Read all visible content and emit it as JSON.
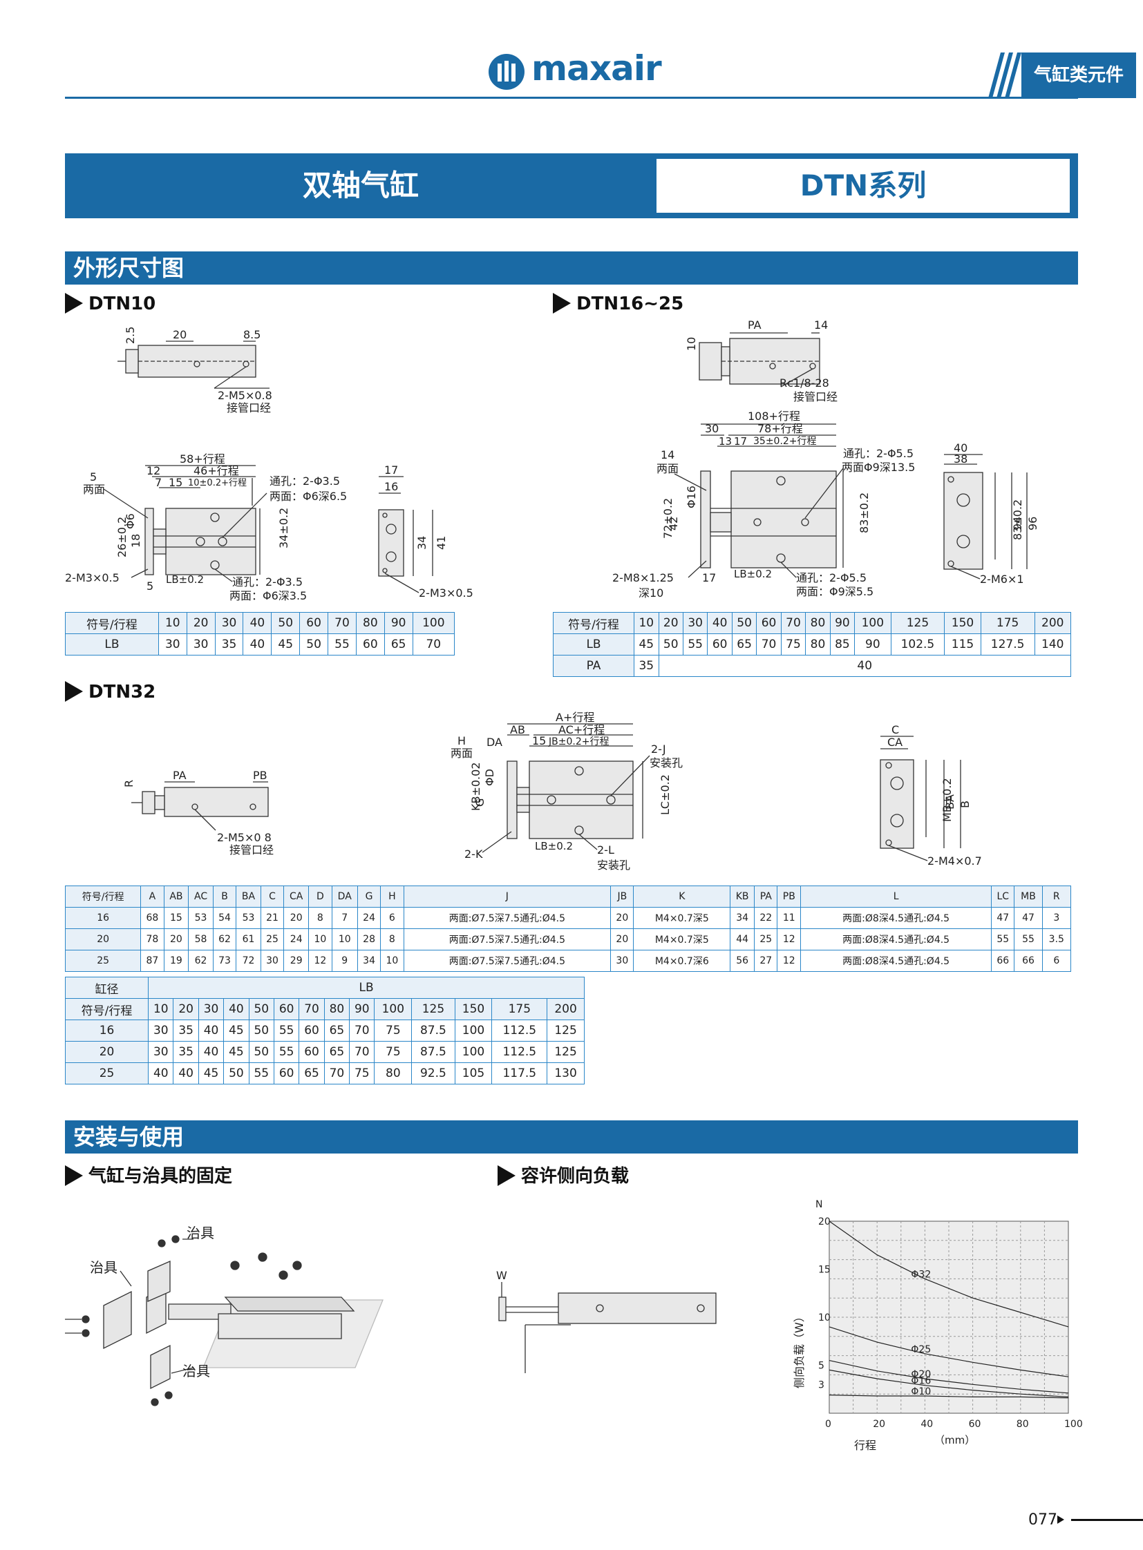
{
  "header": {
    "brand": "maxair",
    "category": "气缸类元件"
  },
  "title": {
    "product": "双轴气缸",
    "series": "DTN系列"
  },
  "sections": {
    "dims": "外形尺寸图",
    "install": "安装与使用"
  },
  "subtitles": {
    "dtn10": "DTN10",
    "dtn16": "DTN16~25",
    "dtn32": "DTN32",
    "fixture": "气缸与治具的固定",
    "load": "容许侧向负载"
  },
  "dtn10_labels": {
    "d25": "2.5",
    "d20": "20",
    "d85": "8.5",
    "port": "2-M5×0.8",
    "port_cn": "接管口经",
    "l58": "58+行程",
    "l46": "46+行程",
    "l12": "12",
    "l7": "7",
    "l15": "15",
    "l10": "10±0.2+行程",
    "l5": "5",
    "lm": "两面",
    "phi6": "Φ6",
    "l26": "26±0.2",
    "l18": "18",
    "l34": "34±0.2",
    "through1": "通孔：2-Φ3.5",
    "through1b": "两面：Φ6深6.5",
    "m3": "2-M3×0.5",
    "l5b": "5",
    "lb": "LB±0.2",
    "through2": "通孔：2-Φ3.5",
    "through2b": "两面：Φ6深3.5",
    "s17": "17",
    "s16": "16",
    "s34": "34",
    "s41": "41",
    "m3b": "2-M3×0.5"
  },
  "dtn16_labels": {
    "pa": "PA",
    "d14": "14",
    "d10": "10",
    "rc": "Rc1/8-28",
    "rc_cn": "接管口经",
    "l108": "108+行程",
    "l30": "30",
    "l78": "78+行程",
    "l13": "13",
    "l17": "17",
    "l35": "35±0.2+行程",
    "l14": "14",
    "lm": "两面",
    "phi16": "Φ16",
    "l72": "72±0.2",
    "l42": "42",
    "l83": "83±0.2",
    "t1": "通孔：2-Φ5.5",
    "t1b": "两面Φ9深13.5",
    "m8": "2-M8×1.25",
    "deep10": "深10",
    "l17b": "17",
    "lb": "LB±0.2",
    "t2": "通孔：2-Φ5.5",
    "t2b": "两面：Φ9深5.5",
    "s40": "40",
    "s38": "38",
    "s83": "83±0.2",
    "s94": "94",
    "s96": "96",
    "m6": "2-M6×1"
  },
  "dtn32_labels": {
    "pa": "PA",
    "pb": "PB",
    "r": "R",
    "port": "2-M5×0 8",
    "port_cn": "接管口经",
    "a": "A+行程",
    "ab": "AB",
    "ac": "AC+行程",
    "da": "DA",
    "h": "H",
    "lm": "两面",
    "l15": "15",
    "jb": "JB±0.2+行程",
    "j": "2-J",
    "jcn": "安装孔",
    "phid": "ΦD",
    "kb": "KB±0.02",
    "g": "G",
    "lc": "LC±0.2",
    "k": "2-K",
    "lb": "LB±0.2",
    "l2": "2-L",
    "l2cn": "安装孔",
    "c": "C",
    "ca": "CA",
    "mb": "MB±0.2",
    "ba": "BA",
    "b": "B",
    "m4": "2-M4×0.7"
  },
  "table_dtn10": {
    "header": [
      "符号/行程",
      "10",
      "20",
      "30",
      "40",
      "50",
      "60",
      "70",
      "80",
      "90",
      "100"
    ],
    "rows": [
      [
        "LB",
        "30",
        "30",
        "35",
        "40",
        "45",
        "50",
        "55",
        "60",
        "65",
        "70"
      ]
    ]
  },
  "table_dtn16": {
    "header": [
      "符号/行程",
      "10",
      "20",
      "30",
      "40",
      "50",
      "60",
      "70",
      "80",
      "90",
      "100",
      "125",
      "150",
      "175",
      "200"
    ],
    "lb": [
      "LB",
      "45",
      "50",
      "55",
      "60",
      "65",
      "70",
      "75",
      "80",
      "85",
      "90",
      "102.5",
      "115",
      "127.5",
      "140"
    ],
    "pa": [
      "PA",
      "35",
      "40"
    ]
  },
  "table_dtn32": {
    "header": [
      "符号/行程",
      "A",
      "AB",
      "AC",
      "B",
      "BA",
      "C",
      "CA",
      "D",
      "DA",
      "G",
      "H",
      "J",
      "JB",
      "K",
      "KB",
      "PA",
      "PB",
      "L",
      "LC",
      "MB",
      "R"
    ],
    "rows": [
      [
        "16",
        "68",
        "15",
        "53",
        "54",
        "53",
        "21",
        "20",
        "8",
        "7",
        "24",
        "6",
        "两面:Ø7.5深7.5通孔:Ø4.5",
        "20",
        "M4×0.7深5",
        "34",
        "22",
        "11",
        "两面:Ø8深4.5通孔:Ø4.5",
        "47",
        "47",
        "3"
      ],
      [
        "20",
        "78",
        "20",
        "58",
        "62",
        "61",
        "25",
        "24",
        "10",
        "10",
        "28",
        "8",
        "两面:Ø7.5深7.5通孔:Ø4.5",
        "20",
        "M4×0.7深5",
        "44",
        "25",
        "12",
        "两面:Ø8深4.5通孔:Ø4.5",
        "55",
        "55",
        "3.5"
      ],
      [
        "25",
        "87",
        "19",
        "62",
        "73",
        "72",
        "30",
        "29",
        "12",
        "9",
        "34",
        "10",
        "两面:Ø7.5深7.5通孔:Ø4.5",
        "30",
        "M4×0.7深6",
        "56",
        "27",
        "12",
        "两面:Ø8深4.5通孔:Ø4.5",
        "66",
        "66",
        "6"
      ]
    ]
  },
  "table_lb": {
    "caption": [
      "缸径",
      "LB"
    ],
    "header": [
      "符号/行程",
      "10",
      "20",
      "30",
      "40",
      "50",
      "60",
      "70",
      "80",
      "90",
      "100",
      "125",
      "150",
      "175",
      "200"
    ],
    "rows": [
      [
        "16",
        "30",
        "35",
        "40",
        "45",
        "50",
        "55",
        "60",
        "65",
        "70",
        "75",
        "87.5",
        "100",
        "112.5",
        "125"
      ],
      [
        "20",
        "30",
        "35",
        "40",
        "45",
        "50",
        "55",
        "60",
        "65",
        "70",
        "75",
        "87.5",
        "100",
        "112.5",
        "125"
      ],
      [
        "25",
        "40",
        "40",
        "45",
        "50",
        "55",
        "60",
        "65",
        "70",
        "75",
        "80",
        "92.5",
        "105",
        "117.5",
        "130"
      ]
    ]
  },
  "fixture": {
    "jig1": "治具",
    "jig2": "治具",
    "jig3": "治具"
  },
  "side": {
    "w": "W"
  },
  "chart_data": {
    "type": "line",
    "xlabel": "行程",
    "xunit": "（mm）",
    "ylabel": "侧向负载（W）",
    "yunit": "N",
    "x_ticks": [
      "0",
      "20",
      "40",
      "60",
      "80",
      "100"
    ],
    "y_ticks": [
      "3",
      "5",
      "10",
      "15",
      "20"
    ],
    "xlim": [
      0,
      100
    ],
    "ylim": [
      0,
      20
    ],
    "series": [
      {
        "name": "Φ32",
        "x": [
          0,
          20,
          40,
          60,
          80,
          100
        ],
        "y": [
          20,
          16.5,
          14,
          12,
          10.5,
          9
        ]
      },
      {
        "name": "Φ25",
        "x": [
          0,
          20,
          40,
          60,
          80,
          100
        ],
        "y": [
          9,
          7.4,
          6.2,
          5.3,
          4.5,
          3.8
        ]
      },
      {
        "name": "Φ20",
        "x": [
          0,
          20,
          40,
          60,
          80,
          100
        ],
        "y": [
          5.5,
          4.4,
          3.6,
          3,
          2.5,
          2.1
        ]
      },
      {
        "name": "Φ16",
        "x": [
          0,
          20,
          40,
          60,
          80,
          100
        ],
        "y": [
          4.5,
          3.6,
          2.9,
          2.4,
          2,
          1.7
        ]
      },
      {
        "name": "Φ10",
        "x": [
          0,
          20,
          40,
          60,
          80,
          100
        ],
        "y": [
          1.9,
          1.8,
          1.8,
          1.7,
          1.7,
          1.6
        ]
      }
    ],
    "grid": true
  },
  "footer": {
    "page": "077"
  },
  "colors": {
    "accent": "#1a6aa5",
    "border": "#2a86c8"
  }
}
